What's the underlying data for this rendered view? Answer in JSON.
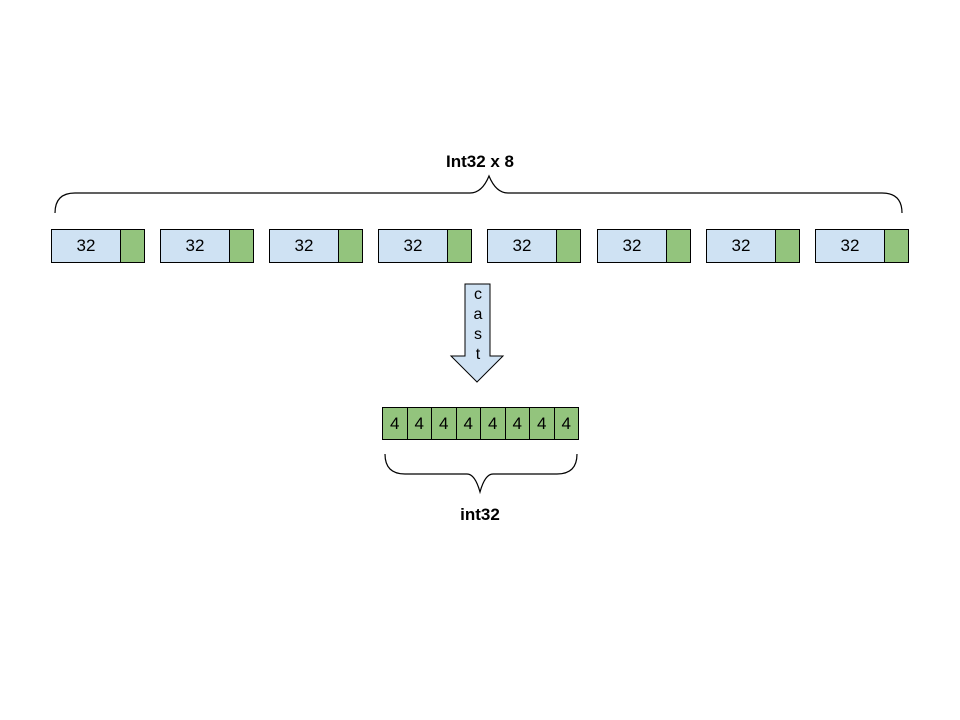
{
  "top_label": "Int32 x 8",
  "bottom_label": "int32",
  "arrow_label": [
    "c",
    "a",
    "s",
    "t"
  ],
  "top_blocks": [
    {
      "value": "32"
    },
    {
      "value": "32"
    },
    {
      "value": "32"
    },
    {
      "value": "32"
    },
    {
      "value": "32"
    },
    {
      "value": "32"
    },
    {
      "value": "32"
    },
    {
      "value": "32"
    }
  ],
  "bottom_cells": [
    "4",
    "4",
    "4",
    "4",
    "4",
    "4",
    "4",
    "4"
  ],
  "colors": {
    "blue": "#cfe2f3",
    "green": "#93c47d",
    "stroke": "#000000"
  }
}
